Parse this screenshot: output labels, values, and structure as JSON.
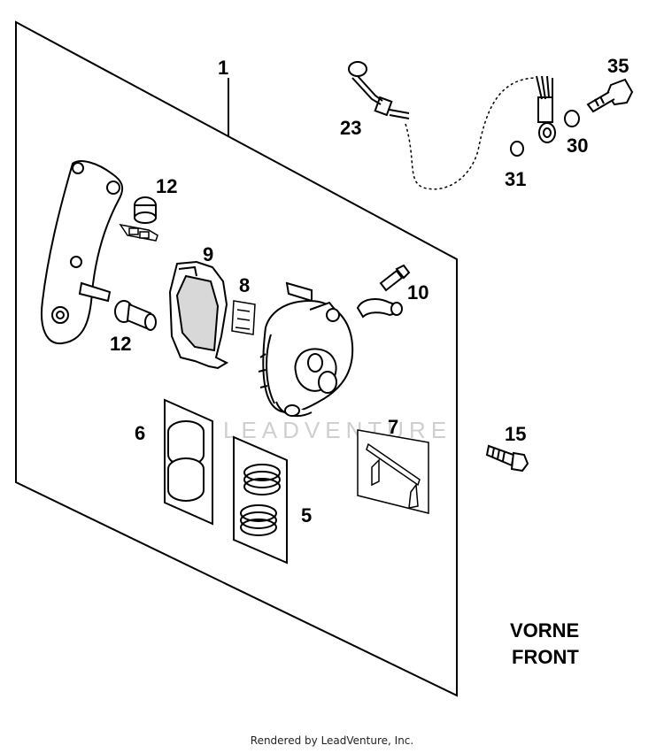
{
  "callouts": {
    "c1": "1",
    "c23": "23",
    "c35": "35",
    "c30": "30",
    "c31": "31",
    "c12a": "12",
    "c12b": "12",
    "c9": "9",
    "c8": "8",
    "c10": "10",
    "c6": "6",
    "c7": "7",
    "c5": "5",
    "c15": "15"
  },
  "watermark": "LEADVENTURE",
  "direction": {
    "line1": "VORNE",
    "line2": "FRONT"
  },
  "footer": "Rendered by LeadVenture, Inc."
}
